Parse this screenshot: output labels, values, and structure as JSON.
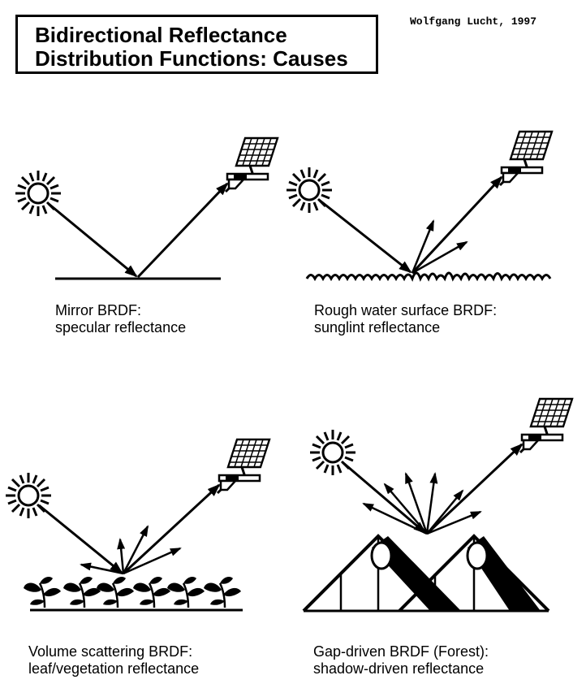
{
  "title": {
    "line1": "Bidirectional Reflectance",
    "line2": "Distribution Functions: Causes"
  },
  "author": "Wolfgang Lucht, 1997",
  "panels": [
    {
      "id": "mirror",
      "caption_line1": "Mirror BRDF:",
      "caption_line2": "specular reflectance",
      "icons": [
        "sun-icon",
        "satellite-icon"
      ]
    },
    {
      "id": "rough-water",
      "caption_line1": "Rough water surface BRDF:",
      "caption_line2": "sunglint reflectance",
      "icons": [
        "sun-icon",
        "satellite-icon"
      ]
    },
    {
      "id": "volume",
      "caption_line1": "Volume scattering BRDF:",
      "caption_line2": "leaf/vegetation reflectance",
      "icons": [
        "sun-icon",
        "satellite-icon",
        "plant-icon"
      ]
    },
    {
      "id": "gap",
      "caption_line1": "Gap-driven BRDF (Forest):",
      "caption_line2": "shadow-driven reflectance",
      "icons": [
        "sun-icon",
        "satellite-icon",
        "tree-icon"
      ]
    }
  ],
  "colors": {
    "ink": "#000000",
    "background": "#ffffff"
  }
}
